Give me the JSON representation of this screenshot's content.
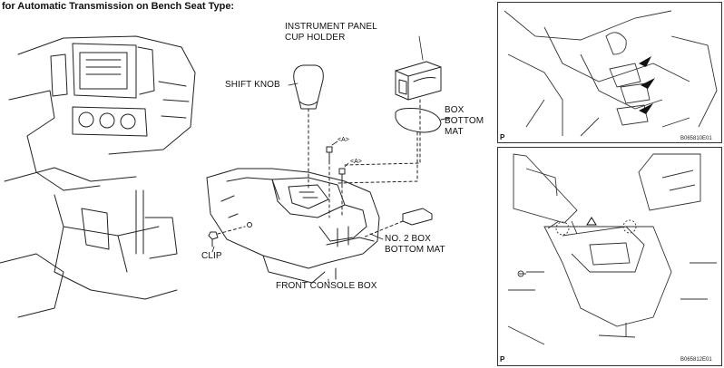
{
  "heading": "for Automatic Transmission on Bench Seat Type:",
  "labels": {
    "cup_holder_line1": "INSTRUMENT PANEL",
    "cup_holder_line2": "CUP HOLDER",
    "shift_knob": "SHIFT KNOB",
    "box_bottom_line1": "BOX",
    "box_bottom_line2": "BOTTOM",
    "box_bottom_line3": "MAT",
    "marker_a_1": "<A>",
    "marker_a_2": "<A>",
    "no2_line1": "NO. 2 BOX",
    "no2_line2": "BOTTOM MAT",
    "clip": "CLIP",
    "front_console": "FRONT CONSOLE BOX"
  },
  "panels": {
    "top_code": "B065810E01",
    "bottom_code": "B065812E01",
    "top_p": "P",
    "bottom_p": "P"
  }
}
